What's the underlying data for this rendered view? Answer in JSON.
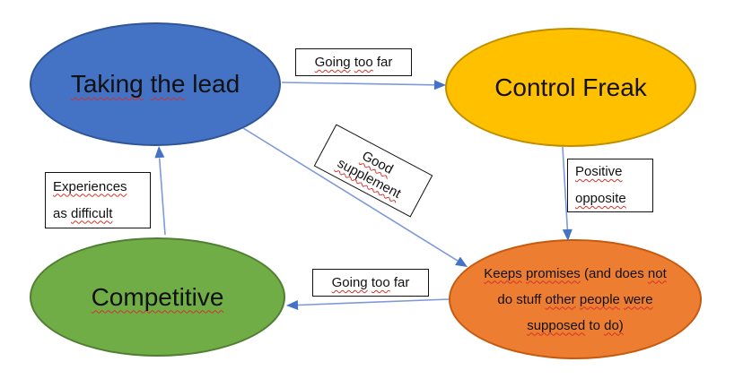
{
  "canvas": {
    "background": "#ffffff"
  },
  "colors": {
    "node_blue_fill": "#4472C4",
    "node_blue_stroke": "#2F5597",
    "node_yellow_fill": "#FFC000",
    "node_yellow_stroke": "#BF8F00",
    "node_green_fill": "#70AD47",
    "node_green_stroke": "#507E32",
    "node_orange_fill": "#ED7D31",
    "node_orange_stroke": "#C55A11",
    "connector_line": "#7C9AD9",
    "connector_arrowhead": "#4472C4",
    "label_box_border": "#111111",
    "label_box_fill": "#FFFFFF",
    "spellcheck_underline": "#D0342C",
    "text": "#111111"
  },
  "nodes": {
    "taking_lead": {
      "full_text": "Taking the lead",
      "words": [
        {
          "t": "Taking",
          "sq": true
        },
        {
          "t": "the",
          "sq": true
        },
        {
          "t": "lead",
          "sq": false
        }
      ]
    },
    "control_freak": {
      "full_text": "Control Freak",
      "words": [
        {
          "t": "Control Freak",
          "sq": false
        }
      ]
    },
    "competitive": {
      "full_text": "Competitive",
      "words": [
        {
          "t": "Competitive",
          "sq": true
        }
      ]
    },
    "keeps_promises": {
      "full_text": "Keeps promises (and does not do stuff other people were supposed to do)",
      "lines": [
        [
          {
            "t": "Keeps",
            "sq": true
          },
          {
            "t": "promises",
            "sq": true
          },
          {
            "t": "(and",
            "sq": false
          },
          {
            "t": "does",
            "sq": false
          },
          {
            "t": "not",
            "sq": true
          }
        ],
        [
          {
            "t": "do",
            "sq": false
          },
          {
            "t": "stuff",
            "sq": false
          },
          {
            "t": "other",
            "sq": true
          },
          {
            "t": "people",
            "sq": true
          },
          {
            "t": "were",
            "sq": true
          }
        ],
        [
          {
            "t": "supposed",
            "sq": true
          },
          {
            "t": "to",
            "sq": false
          },
          {
            "t": "do)",
            "sq": true
          }
        ]
      ]
    }
  },
  "edge_labels": {
    "going_too_far_top": {
      "full_text": "Going too far",
      "words": [
        {
          "t": "Going",
          "sq": true
        },
        {
          "t": "too",
          "sq": true
        },
        {
          "t": "far",
          "sq": false
        }
      ]
    },
    "good_supplement": {
      "full_text": "Good supplement",
      "lines": [
        [
          {
            "t": "Good",
            "sq": true
          }
        ],
        [
          {
            "t": "supplement",
            "sq": true
          }
        ]
      ]
    },
    "experiences_as_difficult": {
      "full_text": "Experiences as difficult",
      "lines": [
        [
          {
            "t": "Experiences",
            "sq": true
          }
        ],
        [
          {
            "t": "as",
            "sq": false
          },
          {
            "t": "difficult",
            "sq": true
          }
        ]
      ]
    },
    "positive_opposite": {
      "full_text": "Positive opposite",
      "lines": [
        [
          {
            "t": "Positive",
            "sq": true
          }
        ],
        [
          {
            "t": "opposite",
            "sq": true
          }
        ]
      ]
    },
    "going_too_far_bottom": {
      "full_text": "Going too far",
      "words": [
        {
          "t": "Going",
          "sq": true
        },
        {
          "t": "too",
          "sq": true
        },
        {
          "t": "far",
          "sq": false
        }
      ]
    }
  },
  "edges": [
    {
      "from": "taking_lead",
      "to": "control_freak",
      "label": "Going too far"
    },
    {
      "from": "control_freak",
      "to": "keeps_promises",
      "label": "Positive opposite"
    },
    {
      "from": "taking_lead",
      "to": "keeps_promises",
      "label": "Good supplement"
    },
    {
      "from": "keeps_promises",
      "to": "competitive",
      "label": "Going too far"
    },
    {
      "from": "competitive",
      "to": "taking_lead",
      "label": "Experiences as difficult"
    }
  ]
}
